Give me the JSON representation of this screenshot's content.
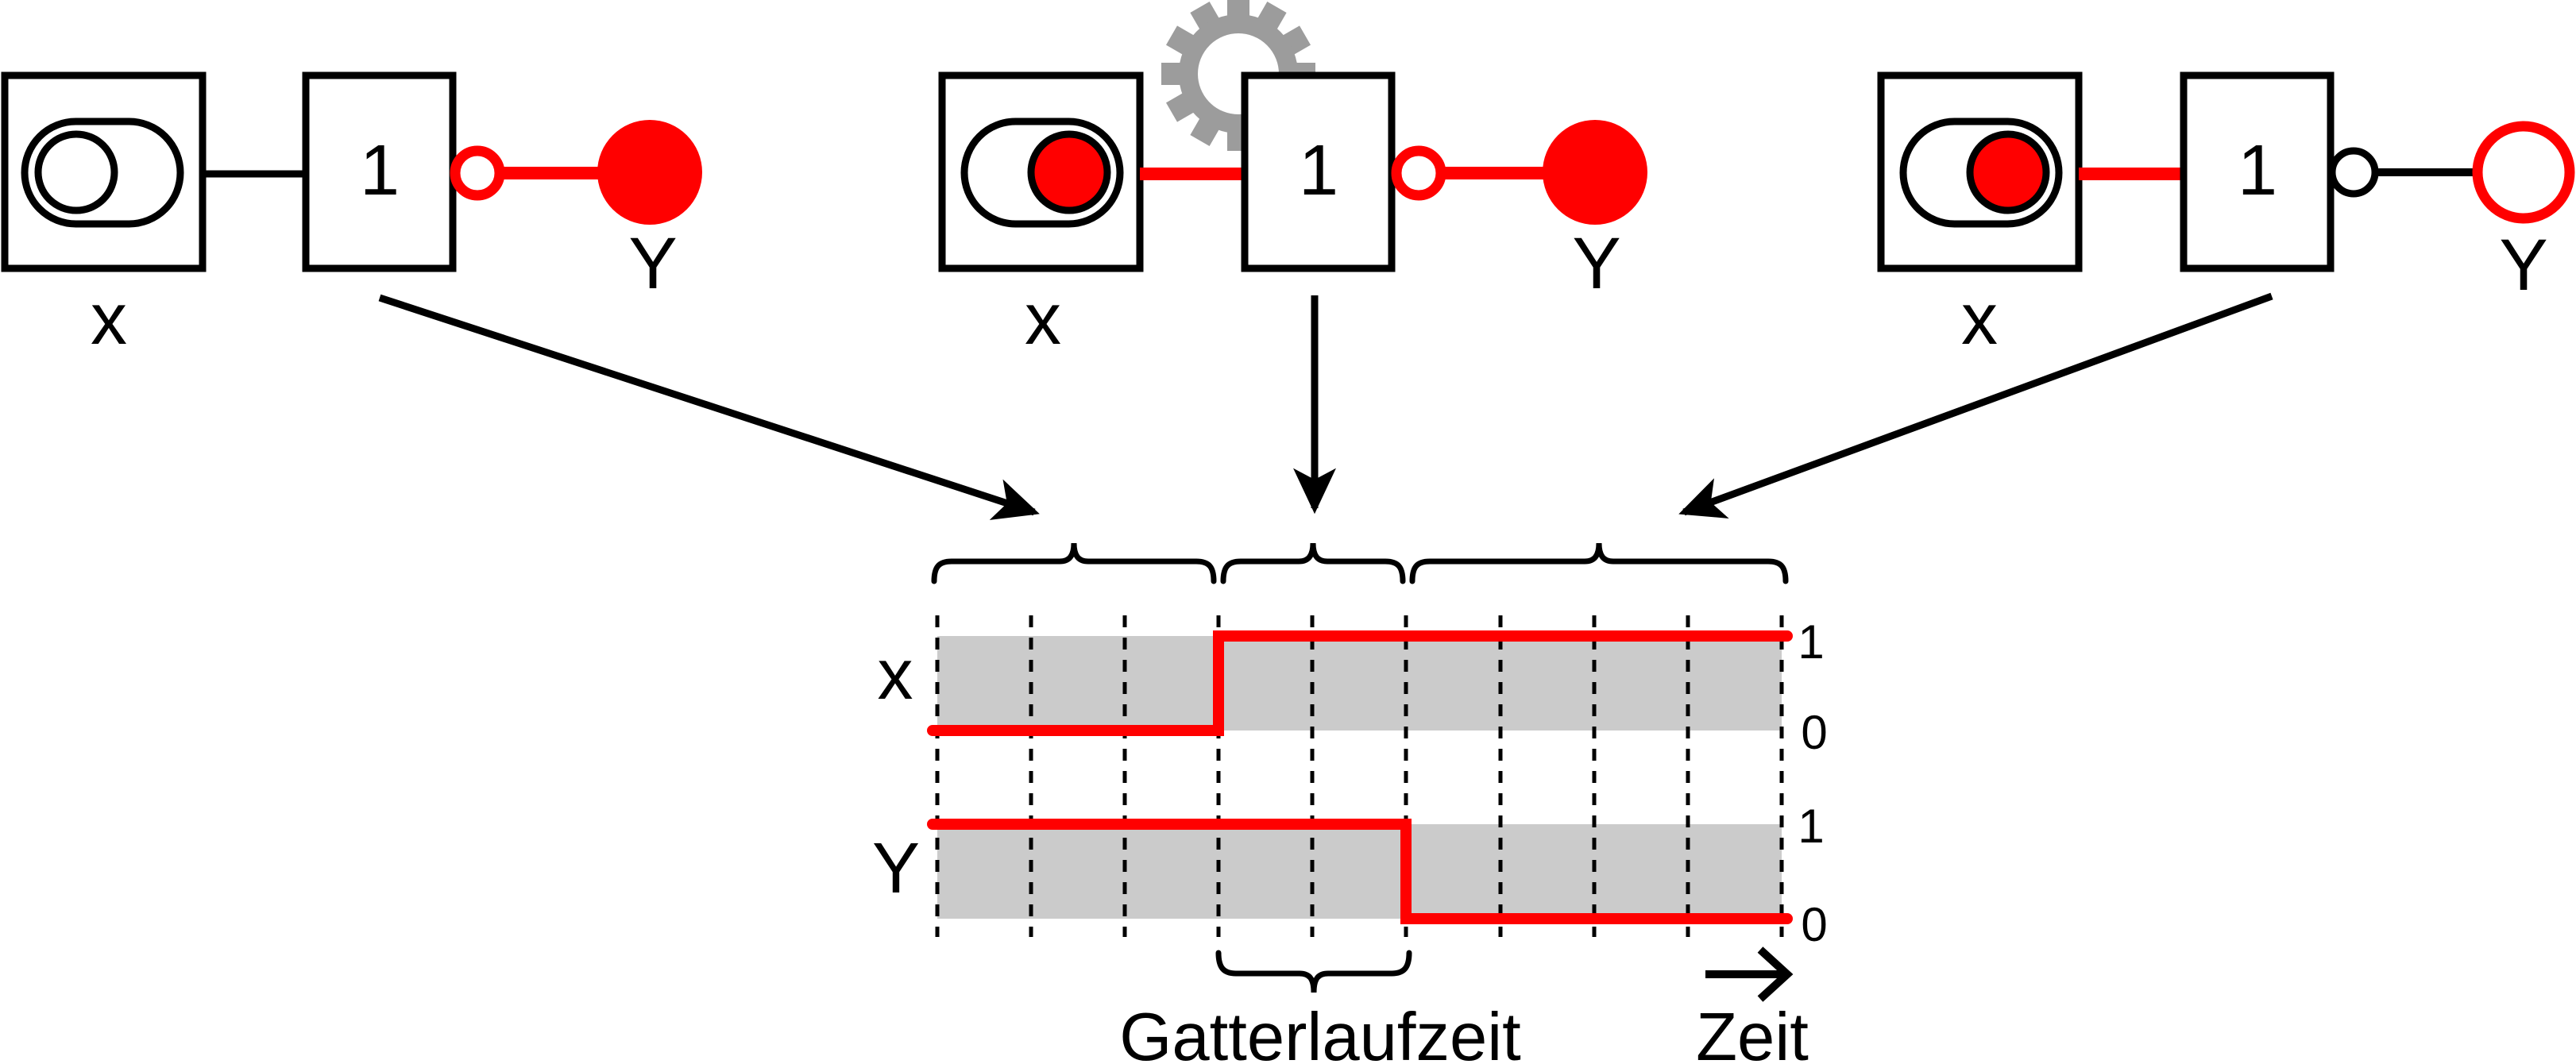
{
  "figure": {
    "description": "Inverter (NOT gate) propagation delay demonstration with switch, gate and lamp in three states, plus timing diagram",
    "background": "#ffffff"
  },
  "colors": {
    "active_red": "#ff0000",
    "line_black": "#000000",
    "band_gray": "#cbcbcb",
    "gear_gray": "#9c9c9c"
  },
  "circuits": [
    {
      "state_name": "input-low-output-high",
      "switch_state": "off",
      "input_label": "x",
      "gate_label": "1",
      "output_label": "Y",
      "lamp_state": "on",
      "gear_shown": false
    },
    {
      "state_name": "input-high-gate-processing",
      "switch_state": "on",
      "input_label": "x",
      "gate_label": "1",
      "output_label": "Y",
      "lamp_state": "on",
      "gear_shown": true
    },
    {
      "state_name": "input-high-output-low",
      "switch_state": "on",
      "input_label": "x",
      "gate_label": "1",
      "output_label": "Y",
      "lamp_state": "off",
      "gear_shown": false
    }
  ],
  "chart_data": {
    "type": "line",
    "subtype": "digital-timing",
    "levels": {
      "high": "1",
      "low": "0"
    },
    "gridlines": 10,
    "grid_style": "dashed-vertical",
    "rows": [
      {
        "label": "x",
        "segments": [
          {
            "from_gridline": 0,
            "to_gridline": 3,
            "value": 0
          },
          {
            "from_gridline": 3,
            "to_gridline": 9,
            "value": 1
          }
        ]
      },
      {
        "label": "Y",
        "segments": [
          {
            "from_gridline": 0,
            "to_gridline": 5,
            "value": 1
          },
          {
            "from_gridline": 5,
            "to_gridline": 9,
            "value": 0
          }
        ]
      }
    ],
    "phase_braces": [
      {
        "from_gridline": 0,
        "to_gridline": 3,
        "points_to": "circuit 1"
      },
      {
        "from_gridline": 3,
        "to_gridline": 5,
        "points_to": "circuit 2"
      },
      {
        "from_gridline": 5,
        "to_gridline": 9,
        "points_to": "circuit 3"
      }
    ],
    "delay_brace": {
      "from_gridline": 3,
      "to_gridline": 5
    },
    "delay_label": "Gatterlaufzeit",
    "time_axis_label": "Zeit"
  }
}
